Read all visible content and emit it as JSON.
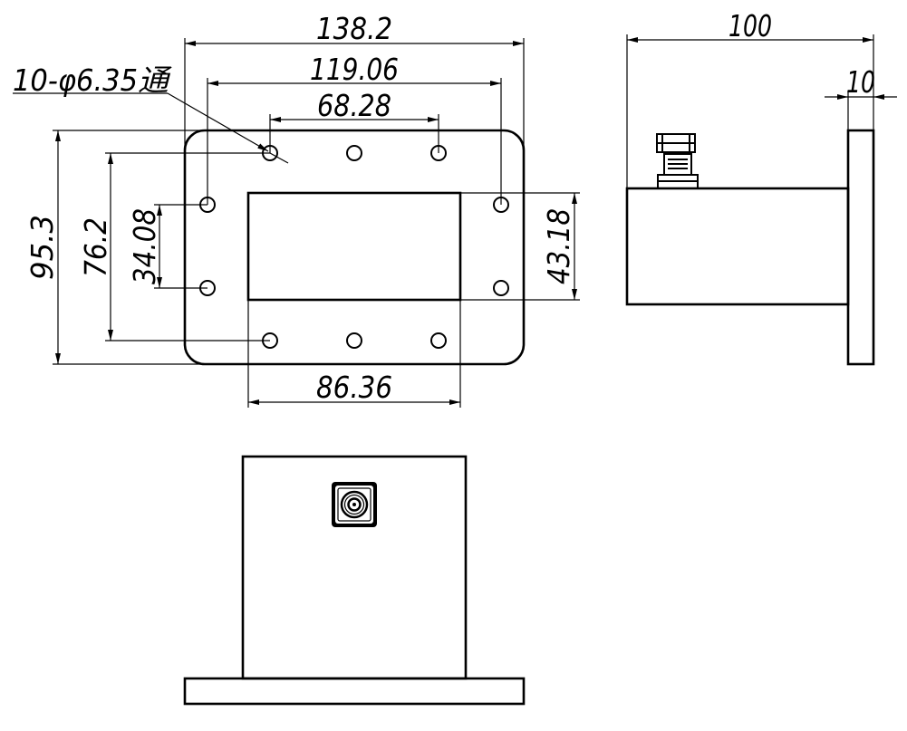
{
  "drawing": {
    "hole_callout": "10-φ6.35通",
    "dimensions": {
      "flange_width": "138.2",
      "hole_span_outer": "119.06",
      "hole_span_inner": "68.28",
      "flange_height": "95.3",
      "hole_rows_span": "76.2",
      "hole_vertical_span": "34.08",
      "aperture_height": "43.18",
      "aperture_width": "86.36",
      "overall_length": "100",
      "flange_thickness": "10"
    }
  }
}
